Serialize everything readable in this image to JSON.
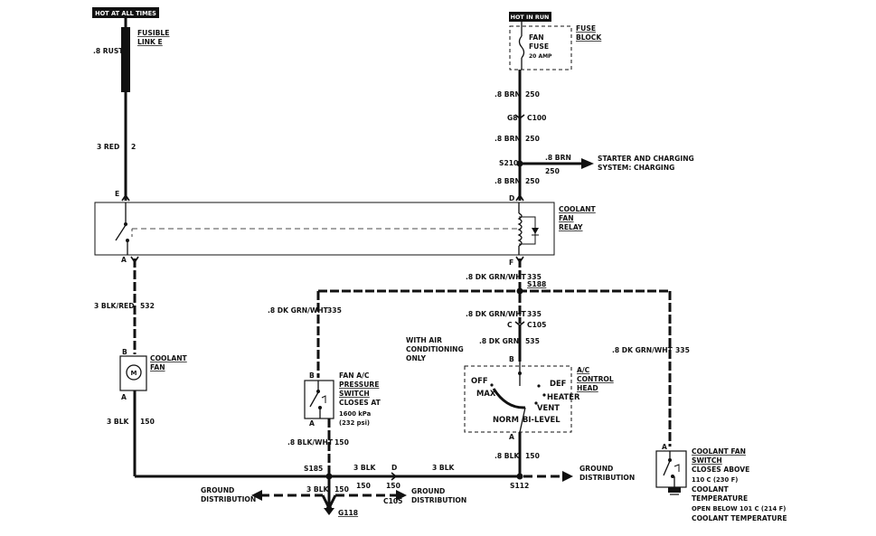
{
  "labels": {
    "hot_at_all_times": "HOT AT ALL TIMES",
    "hot_in_run": "HOT IN RUN",
    "fusible_link_1": "FUSIBLE",
    "fusible_link_2": "LINK E",
    "wire_8_rust": ".8 RUST",
    "wire_3_red": "3 RED",
    "circ_2": "2",
    "conn_e": "E",
    "conn_a_relay": "A",
    "wire_3_blkred": "3 BLK/RED",
    "circ_532": "532",
    "coolant_fan_1": "COOLANT",
    "coolant_fan_2": "FAN",
    "motor_m": "M",
    "fan_b": "B",
    "fan_a": "A",
    "wire_3_blk_left": "3 BLK",
    "circ_150_left": "150",
    "s185": "S185",
    "ground_dist_left_1": "GROUND",
    "ground_dist_left_2": "DISTRIBUTION",
    "wire_3_blk_g118": "3 BLK",
    "circ_150_g118": "150",
    "g118": "G118",
    "fuse_fan_1": "FAN",
    "fuse_fan_2": "FUSE",
    "fuse_fan_3": "20 AMP",
    "fuse_block_1": "FUSE",
    "fuse_block_2": "BLOCK",
    "wire_8_brn_1": ".8 BRN",
    "circ_250_1": "250",
    "c100_g": "G8",
    "c100": "C100",
    "wire_8_brn_2": ".8 BRN",
    "circ_250_2": "250",
    "s210": "S210",
    "wire_8_brn_3": ".8 BRN",
    "circ_250_3": "250",
    "starter_1": "STARTER AND CHARGING",
    "starter_2": "SYSTEM: CHARGING",
    "wire_8_brn_4": ".8 BRN",
    "circ_250_4": "250",
    "conn_d": "D",
    "relay_1": "COOLANT",
    "relay_2": "FAN",
    "relay_3": "RELAY",
    "conn_f": "F",
    "wire_8_dkgrnwht_1": ".8 DK GRN/WHT",
    "circ_335_1": "335",
    "s188": "S188",
    "wire_8_dkgrnwht_left": ".8 DK GRN/WHT",
    "circ_335_left": "335",
    "wire_8_dkgrnwht_2": ".8 DK GRN/WHT",
    "circ_335_2": "335",
    "c105_c": "C",
    "c105": "C105",
    "with_ac_1": "WITH AIR",
    "with_ac_2": "CONDITIONING",
    "with_ac_3": "ONLY",
    "wire_8_dkgrn": ".8 DK GRN",
    "circ_535": "535",
    "wire_8_dkgrnwht_right": ".8 DK GRN/WHT",
    "circ_335_right": "335",
    "ac_b": "B",
    "ac_head_1": "A/C",
    "ac_head_2": "CONTROL",
    "ac_head_3": "HEAD",
    "off": "OFF",
    "def": "DEF",
    "max": "MAX",
    "heater": "HEATER",
    "vent": "VENT",
    "norm": "NORM",
    "bilevel": "BI-LEVEL",
    "ac_a": "A",
    "wire_8_blk_ac": ".8 BLK",
    "circ_150_ac": "150",
    "s112": "S112",
    "ground_dist_right_1": "GROUND",
    "ground_dist_right_2": "DISTRIBUTION",
    "press_b": "B",
    "press_1": "FAN A/C",
    "press_2": "PRESSURE",
    "press_3": "SWITCH",
    "press_4": "CLOSES AT",
    "press_5": "1600 kPa",
    "press_6": "(232 psi)",
    "press_a": "A",
    "wire_8_blkwht": ".8 BLK/WHT",
    "circ_150_press": "150",
    "wire_3_blk_mid1": "3 BLK",
    "c105_d": "D",
    "wire_3_blk_mid2": "3 BLK",
    "circ_150_mid1": "150",
    "circ_150_mid2": "150",
    "c105_bottom": "C105",
    "ground_dist_mid_1": "GROUND",
    "ground_dist_mid_2": "DISTRIBUTION",
    "cfs_a": "A",
    "cfs_1": "COOLANT FAN",
    "cfs_2": "SWITCH",
    "cfs_3": "CLOSES ABOVE",
    "cfs_4": "110  C (230  F)",
    "cfs_5": "COOLANT",
    "cfs_6": "TEMPERATURE",
    "cfs_7": "OPEN BELOW 101  C (214  F)",
    "cfs_8": "COOLANT TEMPERATURE"
  },
  "colors": {
    "wire": "#111111",
    "background": "#ffffff"
  }
}
